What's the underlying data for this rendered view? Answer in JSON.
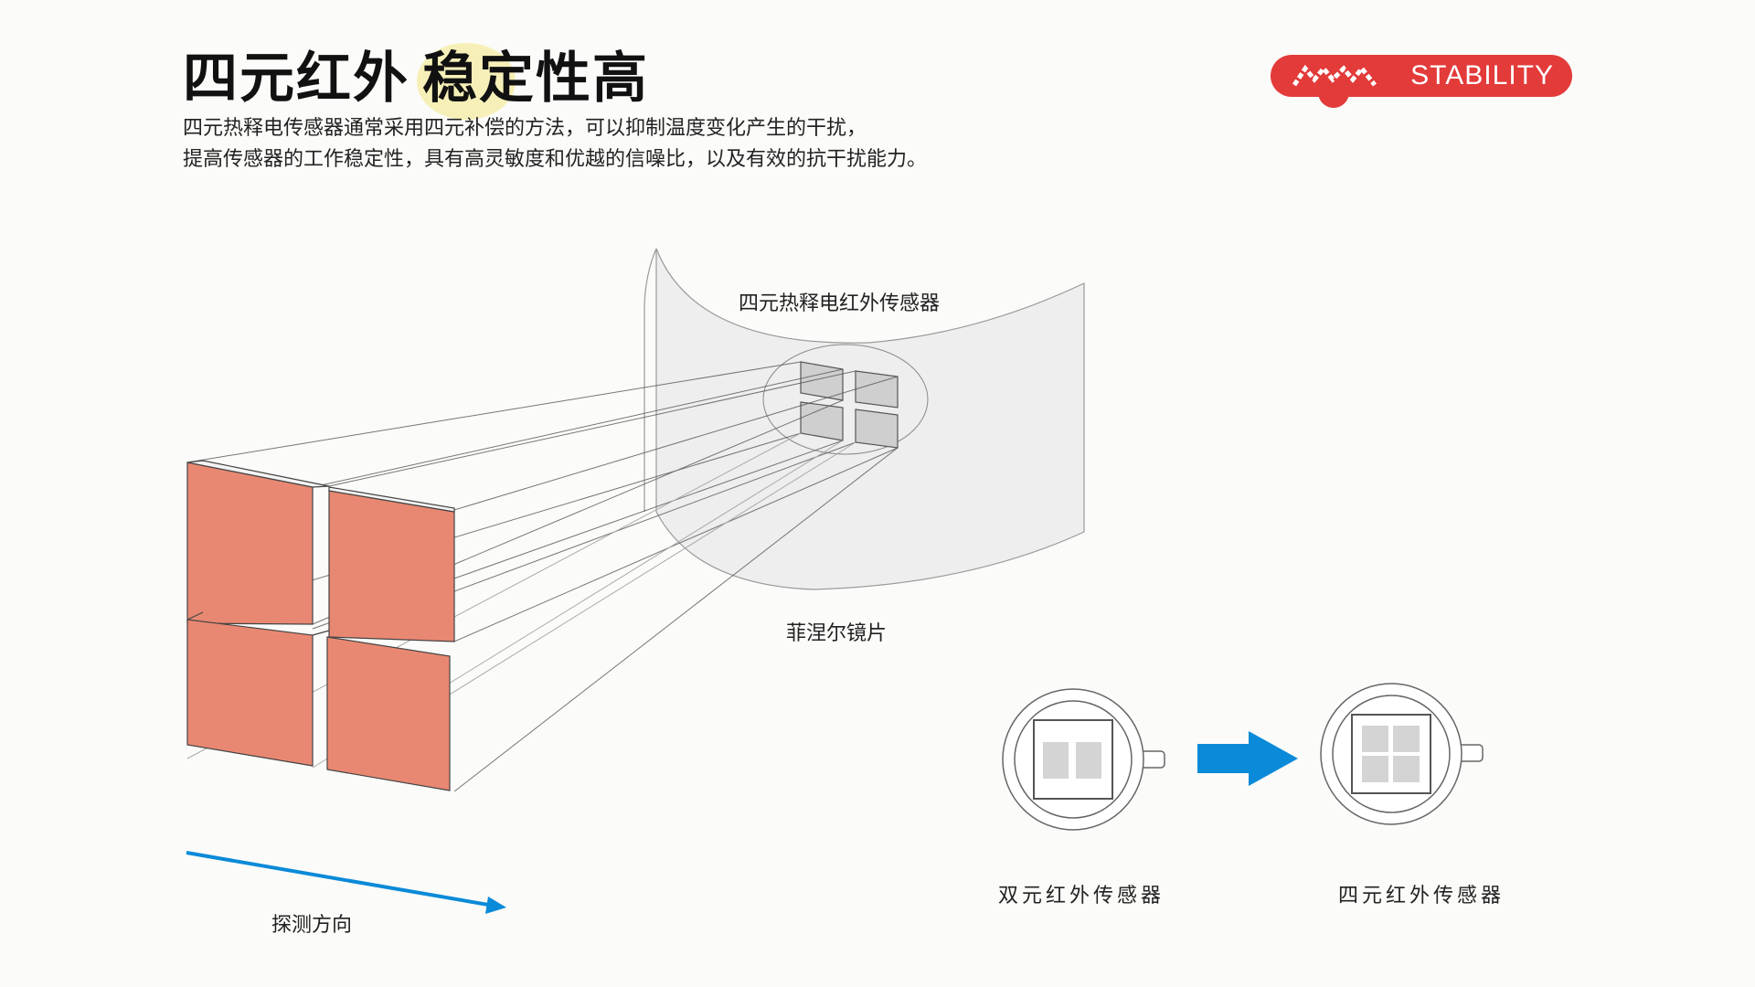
{
  "title": {
    "part1": "四元红外",
    "part2": "稳定性高"
  },
  "description": {
    "line1": "四元热释电传感器通常采用四元补偿的方法，可以抑制温度变化产生的干扰，",
    "line2": "提高传感器的工作稳定性，具有高灵敏度和优越的信噪比，以及有效的抗干扰能力。"
  },
  "badge": {
    "text": "STABILITY",
    "logo_icon": "wave-logo-icon"
  },
  "diagram": {
    "sensor_label": "四元热释电红外传感器",
    "lens_label": "菲涅尔镜片",
    "direction_label": "探测方向",
    "dual_label": "双元红外传感器",
    "quad_label": "四元红外传感器"
  },
  "colors": {
    "accent_red": "#e33a3a",
    "element_fill": "#e98872",
    "arrow_blue": "#0a8ad8",
    "highlight_yellow": "#f6f0b8"
  }
}
